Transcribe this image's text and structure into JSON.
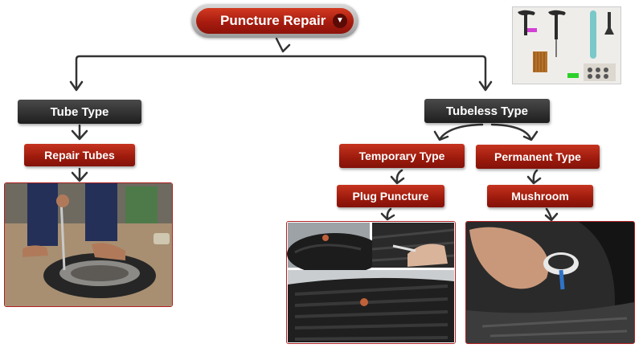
{
  "diagram": {
    "root": "Puncture Repair",
    "tube": {
      "title": "Tube Type",
      "child": "Repair Tubes"
    },
    "tubeless": {
      "title": "Tubeless Type",
      "temporary": {
        "title": "Temporary Type",
        "child": "Plug Puncture"
      },
      "permanent": {
        "title": "Permanent Type",
        "child": "Mushroom"
      }
    }
  },
  "colors": {
    "accent_red": "#a81c0f",
    "dark_box": "#2b2b2b",
    "connector": "#333333"
  },
  "icons": {
    "root_button": "arrow-down-icon"
  }
}
